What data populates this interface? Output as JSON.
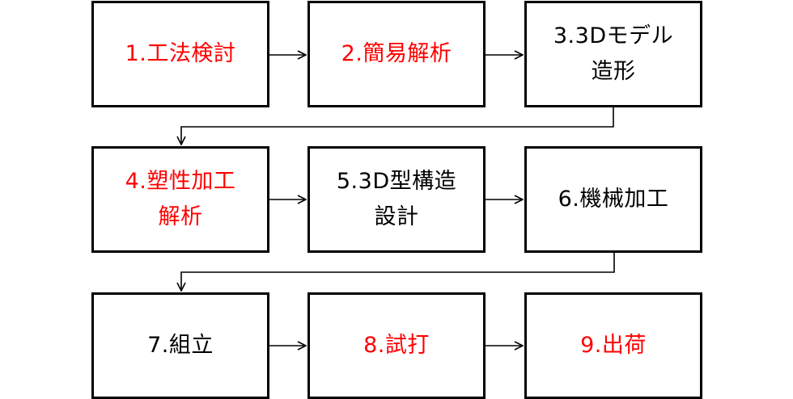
{
  "diagram": {
    "type": "process-flowchart",
    "colors": {
      "highlight_text": "#ff0000",
      "normal_text": "#000000",
      "border": "#000000",
      "background": "#ffffff"
    },
    "steps": [
      {
        "id": 1,
        "label": "1.工法検討",
        "color": "red"
      },
      {
        "id": 2,
        "label": "2.簡易解析",
        "color": "red"
      },
      {
        "id": 3,
        "label": "3.3Dモデル\n造形",
        "color": "black"
      },
      {
        "id": 4,
        "label": "4.塑性加工\n解析",
        "color": "red"
      },
      {
        "id": 5,
        "label": "5.3D型構造\n設計",
        "color": "black"
      },
      {
        "id": 6,
        "label": "6.機械加工",
        "color": "black"
      },
      {
        "id": 7,
        "label": "7.組立",
        "color": "black"
      },
      {
        "id": 8,
        "label": "8.試打",
        "color": "red"
      },
      {
        "id": 9,
        "label": "9.出荷",
        "color": "red"
      }
    ],
    "flow": [
      [
        "1",
        "2"
      ],
      [
        "2",
        "3"
      ],
      [
        "3",
        "4"
      ],
      [
        "4",
        "5"
      ],
      [
        "5",
        "6"
      ],
      [
        "6",
        "7"
      ],
      [
        "7",
        "8"
      ],
      [
        "8",
        "9"
      ]
    ]
  }
}
